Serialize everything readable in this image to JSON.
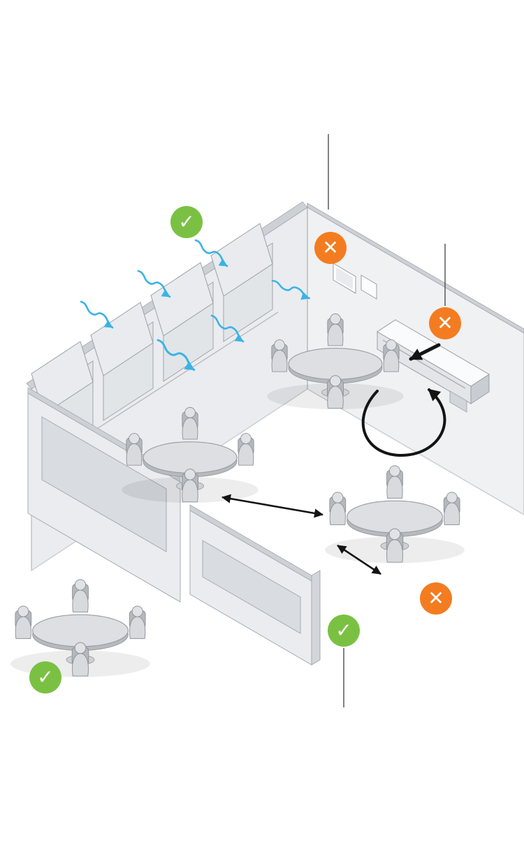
{
  "diagram": {
    "markers": [
      {
        "id": "open-windows",
        "type": "check",
        "glyph": "✓"
      },
      {
        "id": "wall-controls",
        "type": "cross",
        "glyph": "✕"
      },
      {
        "id": "ac-unit",
        "type": "cross",
        "glyph": "✕"
      },
      {
        "id": "close-spacing",
        "type": "cross",
        "glyph": "✕"
      },
      {
        "id": "distanced-tables",
        "type": "check",
        "glyph": "✓"
      },
      {
        "id": "outdoor-table",
        "type": "check",
        "glyph": "✓"
      }
    ],
    "colors": {
      "approved_green": "#7AC143",
      "warning_orange": "#F47C20",
      "airflow_blue": "#3BB3E6",
      "arrow_black": "#141414",
      "outline_gray": "#8F949A",
      "wall_light": "#EAECEF",
      "wall_shade": "#CDD0D4"
    },
    "icons": [
      {
        "name": "check-icon",
        "glyph": "✓"
      },
      {
        "name": "cross-icon",
        "glyph": "✕"
      }
    ]
  }
}
